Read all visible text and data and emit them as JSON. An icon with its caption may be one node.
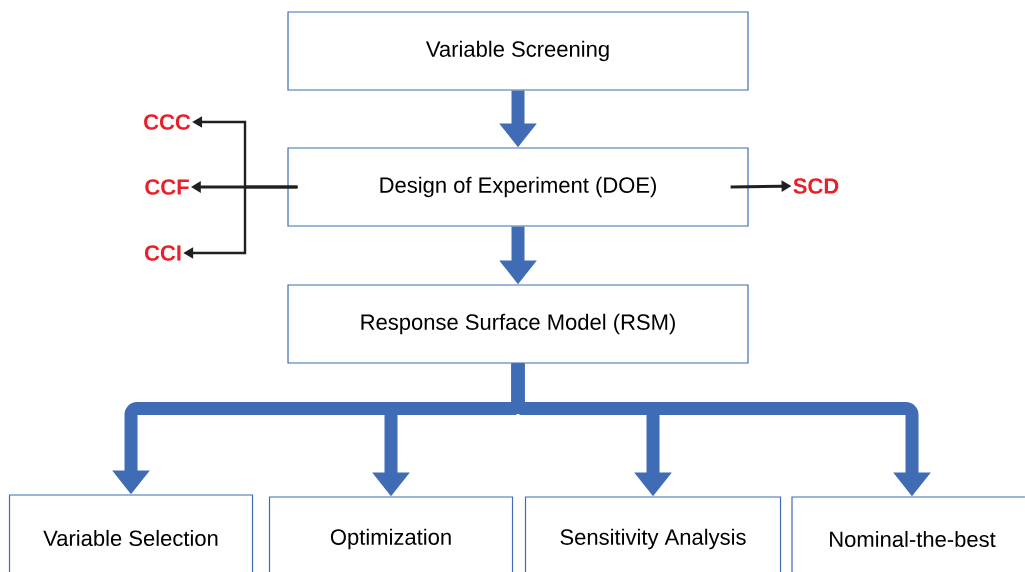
{
  "diagram": {
    "nodes": [
      {
        "text": [
          "Variable Screening"
        ]
      },
      {
        "text": [
          "Design of Experiment (DOE)"
        ]
      },
      {
        "text": [
          "Response Surface Model (RSM)"
        ]
      },
      {
        "text": [
          "Variable Selection"
        ]
      },
      {
        "text": [
          "Optimization"
        ]
      },
      {
        "text": [
          "Sensitivity Analysis"
        ]
      },
      {
        "text": [
          "Nominal-the-best"
        ]
      },
      {
        "text": [
          "CCC"
        ]
      },
      {
        "text": [
          "CCF"
        ]
      },
      {
        "text": [
          "CCI"
        ]
      },
      {
        "text": [
          "SCD"
        ]
      }
    ],
    "edges": [
      {
        "from": 0,
        "to": 1,
        "arrow": "to"
      },
      {
        "from": 1,
        "to": 2,
        "arrow": "to"
      },
      {
        "from": 2,
        "to": 3,
        "arrow": "to"
      },
      {
        "from": 2,
        "to": 4,
        "arrow": "to"
      },
      {
        "from": 2,
        "to": 5,
        "arrow": "to"
      },
      {
        "from": 2,
        "to": 6,
        "arrow": "to"
      },
      {
        "from": 1,
        "to": 7,
        "arrow": "to",
        "color": "#231f20"
      },
      {
        "from": 1,
        "to": 8,
        "arrow": "to",
        "color": "#231f20"
      },
      {
        "from": 1,
        "to": 9,
        "arrow": "to",
        "color": "#231f20"
      },
      {
        "from": 1,
        "to": 10,
        "arrow": "to",
        "color": "#231f20"
      }
    ]
  }
}
